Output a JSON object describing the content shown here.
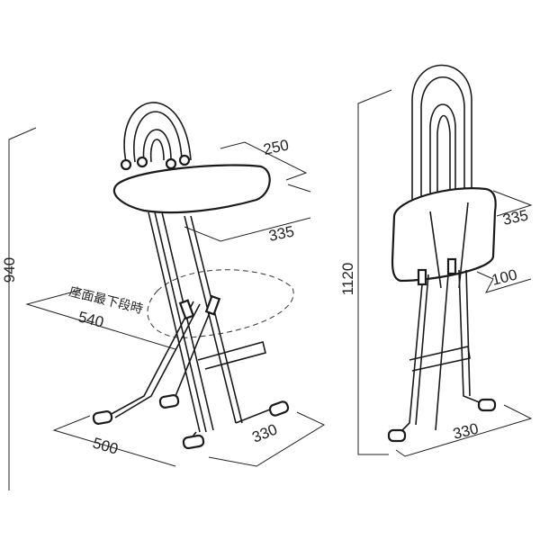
{
  "left_chair": {
    "height": "940",
    "seat_depth": "250",
    "seat_width": "335",
    "note": "座面最下段時",
    "depth_at_lowest": "540",
    "base_depth": "500",
    "base_width": "330"
  },
  "right_chair": {
    "height": "1120",
    "seat_width": "335",
    "folded_depth": "100",
    "base_width": "330"
  }
}
